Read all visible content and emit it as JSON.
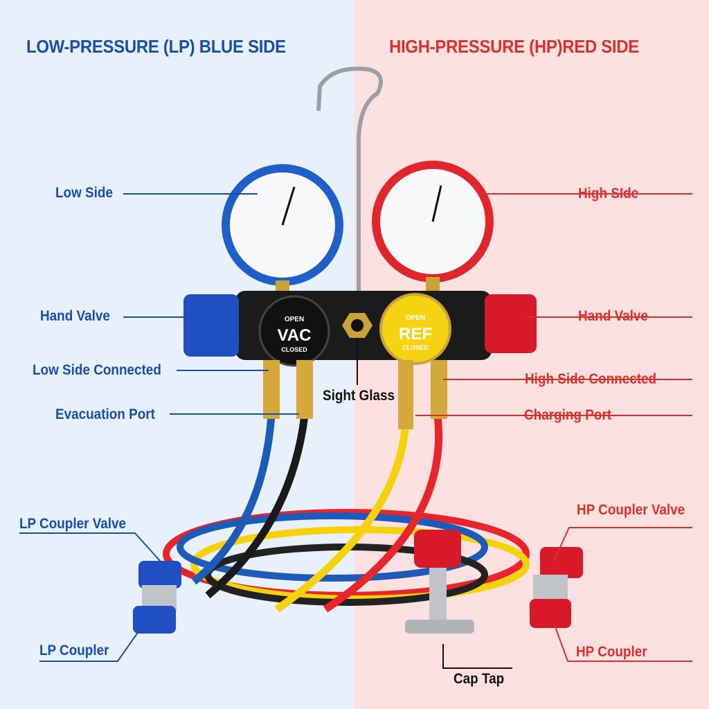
{
  "headers": {
    "lp": "LOW-PRESSURE (LP) BLUE SIDE",
    "hp": "HIGH-PRESSURE (HP)RED SIDE"
  },
  "labels": {
    "low_side": "Low Side",
    "hand_valve_left": "Hand Valve",
    "low_side_connected": "Low Side Connected",
    "evacuation_port": "Evacuation Port",
    "lp_coupler_valve": "LP Coupler Valve",
    "lp_coupler": "LP Coupler",
    "high_side": "High SIde",
    "hand_valve_right": "Hand Valve",
    "high_side_connected": "High Side Connected",
    "charging_port": "Charging Port",
    "hp_coupler_valve": "HP Coupler Valve",
    "hp_coupler": "HP Coupler",
    "sight_glass": "Sight Glass",
    "cap_tap": "Cap Tap"
  },
  "product": {
    "vac_knob": {
      "top": "OPEN",
      "main": "VAC",
      "bottom": "CLOSED"
    },
    "ref_knob": {
      "top": "OPEN",
      "main": "REF",
      "bottom": "CLOSED"
    }
  },
  "colors": {
    "blue": "#1a4fa8",
    "red": "#d9302c",
    "lp_bg": "#e8f0fb",
    "hp_bg": "#fde0e0"
  }
}
